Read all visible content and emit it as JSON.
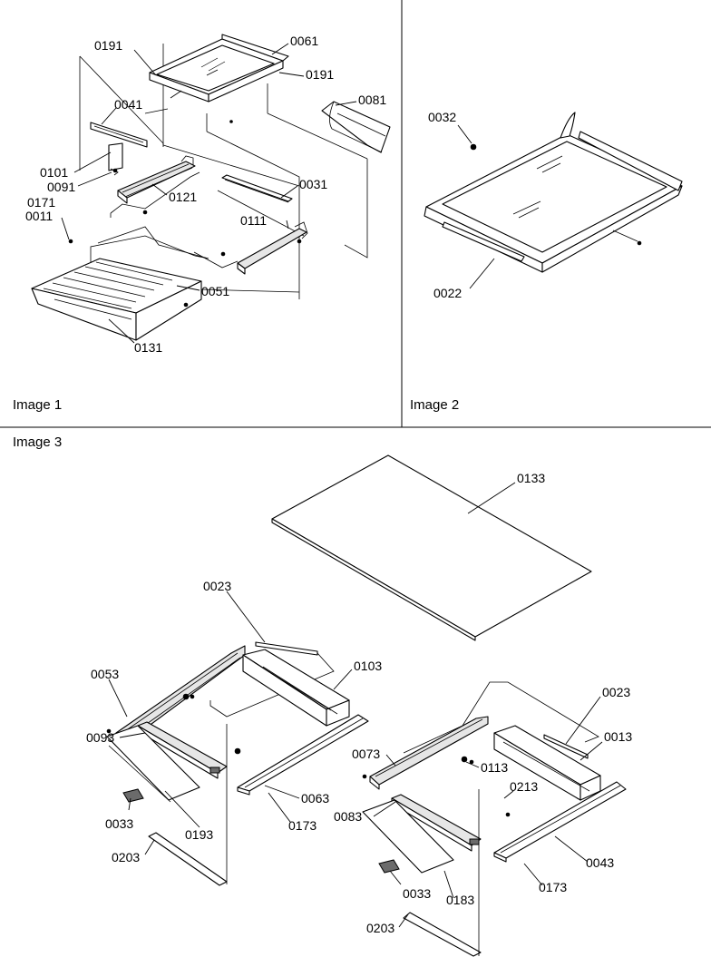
{
  "panels": {
    "image1": {
      "caption": "Image 1",
      "callouts": {
        "p0191_a": "0191",
        "p0061": "0061",
        "p0191_b": "0191",
        "p0041": "0041",
        "p0081": "0081",
        "p0101": "0101",
        "p0091": "0091",
        "p0121": "0121",
        "p0031": "0031",
        "p0171": "0171",
        "p0011": "0011",
        "p0111": "0111",
        "p0051": "0051",
        "p0131": "0131"
      }
    },
    "image2": {
      "caption": "Image 2",
      "callouts": {
        "p0032": "0032",
        "p0022": "0022"
      }
    },
    "image3": {
      "caption": "Image 3",
      "callouts": {
        "p0133": "0133",
        "p0023_a": "0023",
        "p0053": "0053",
        "p0103": "0103",
        "p0093": "0093",
        "p0063": "0063",
        "p0033_a": "0033",
        "p0193": "0193",
        "p0173_a": "0173",
        "p0203_a": "0203",
        "p0023_b": "0023",
        "p0013": "0013",
        "p0073": "0073",
        "p0113": "0113",
        "p0213": "0213",
        "p0083": "0083",
        "p0043": "0043",
        "p0033_b": "0033",
        "p0183": "0183",
        "p0173_b": "0173",
        "p0203_b": "0203"
      }
    }
  }
}
